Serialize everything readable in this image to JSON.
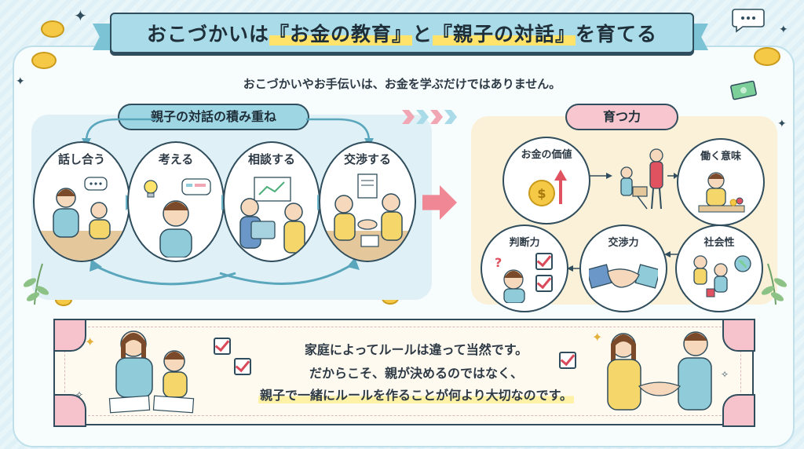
{
  "title": {
    "prefix": "おこづかいは",
    "highlight1": "『お金の教育』",
    "middle": "と",
    "highlight2": "『親子の対話』",
    "suffix": "を育てる"
  },
  "subtitle": "おこづかいやお手伝いは、お金を学ぶだけではありません。",
  "dialog_section": {
    "label": "親子の対話の積み重ね",
    "steps": [
      "話し合う",
      "考える",
      "相談する",
      "交渉する"
    ]
  },
  "growth_section": {
    "label": "育つ力",
    "abilities": [
      "お金の価値",
      "働く意味",
      "判断力",
      "交渉力",
      "社会性"
    ]
  },
  "bottom_message": {
    "line1": "家庭によってルールは違って当然です。",
    "line2": "だからこそ、親が決めるのではなく、",
    "line3": "親子で一緒にルールを作ることが何より大切なのです。"
  },
  "icons": [
    "speech-bubble-icon",
    "lightbulb-icon",
    "handshake-icon",
    "coin-icon",
    "checkbox-icon",
    "sparkle-icon",
    "dollar-coin-icon",
    "globe-icon",
    "banknote-icon"
  ],
  "colors": {
    "teal": "#7cc3d6",
    "pink": "#f8c6cf",
    "cream": "#fbf1d8",
    "highlight": "#ffe36b",
    "check_red": "#d94a5a"
  }
}
